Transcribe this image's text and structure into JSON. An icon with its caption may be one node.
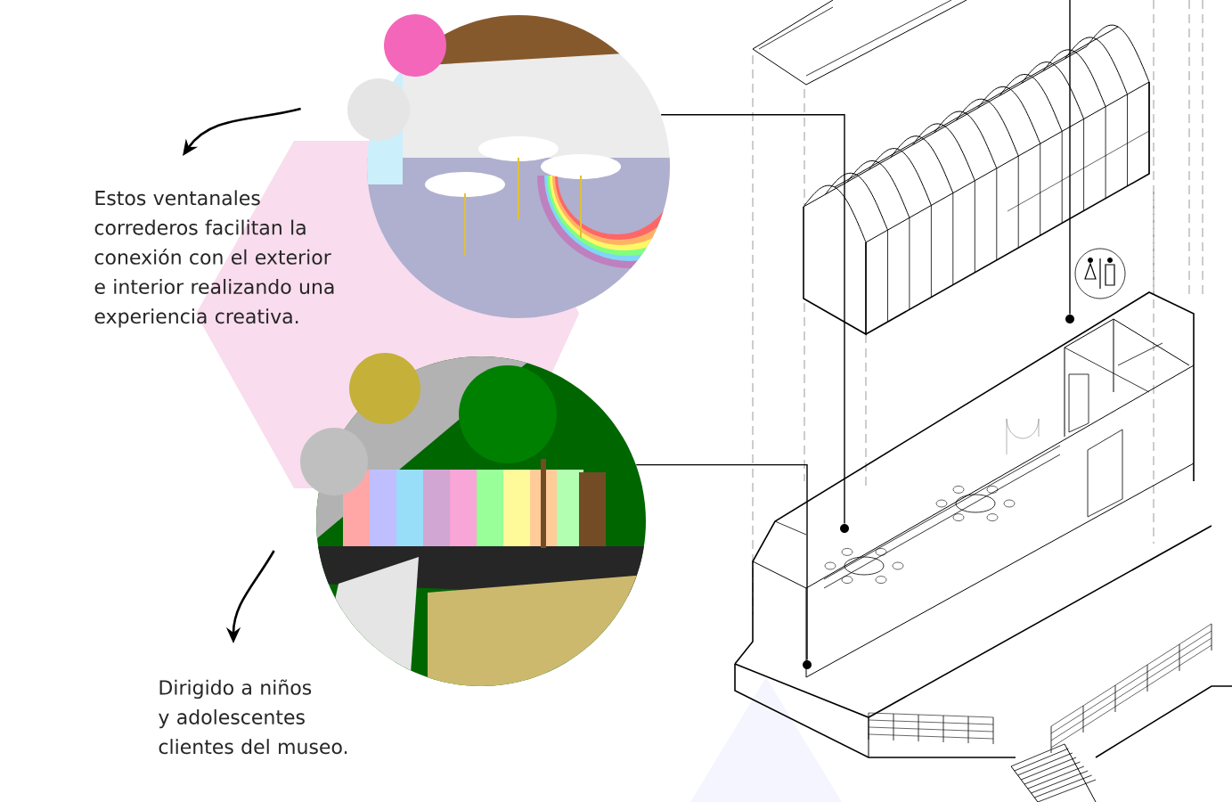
{
  "diagram": {
    "nodes": [
      {
        "text": [
          "Estos ventanales correderos facilitan la conexión con el exterior e interior realizando una experiencia creativa."
        ]
      },
      {
        "text": [
          "Dirigido a niños y adolescentes clientes del museo."
        ]
      },
      {
        "text": [],
        "shape": "picture"
      },
      {
        "text": [],
        "shape": "picture"
      },
      {
        "text": [],
        "shape": "circle"
      },
      {
        "text": [],
        "shape": "circle"
      },
      {
        "text": [],
        "shape": "circle"
      }
    ],
    "edges": [
      {
        "from": 2,
        "to": 0,
        "arrow": "to"
      },
      {
        "from": 3,
        "to": 1,
        "arrow": "to"
      },
      {
        "from": 2,
        "to": 4,
        "arrow": "none"
      },
      {
        "from": 3,
        "to": 5,
        "arrow": "none"
      },
      {
        "from": null,
        "to": 6,
        "arrow": "none"
      }
    ]
  }
}
